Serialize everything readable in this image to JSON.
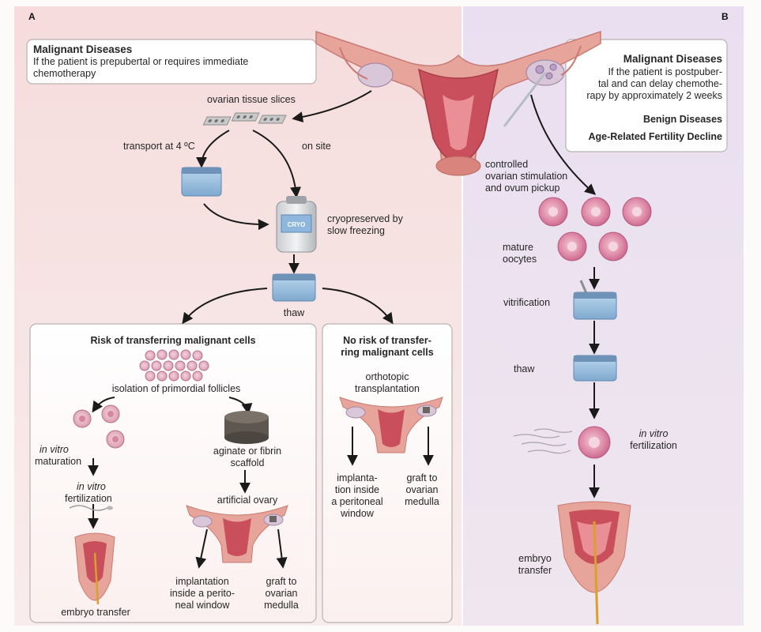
{
  "panels": {
    "a": "A",
    "b": "B"
  },
  "panel_a": {
    "box": {
      "title": "Malignant Diseases",
      "subtitle": "If the patient is prepubertal or requires immediate\nchemotherapy"
    },
    "ovarian_tissue_slices": "ovarian tissue slices",
    "transport": "transport at 4 ºC",
    "on_site": "on site",
    "cryo_label": "CRYO",
    "cryopreserved": "cryopreserved by\nslow freezing",
    "thaw": "thaw",
    "risk_box": {
      "title": "Risk of transferring malignant cells",
      "isolation": "isolation of primordial follicles",
      "in_vitro_1": "in vitro",
      "maturation": "maturation",
      "in_vitro_2": "in vitro",
      "fertilization": "fertilization",
      "embryo_transfer": "embryo transfer",
      "scaffold": "aginate or fibrin\nscaffold",
      "artificial_ovary": "artificial ovary",
      "implantation": "implantation\ninside a perito-\nneal window",
      "graft": "graft to\novarian\nmedulla"
    },
    "no_risk_box": {
      "title": "No risk of transfer-\nring malignant cells",
      "orthotopic": "orthotopic\ntransplantation",
      "implantation": "implanta-\ntion inside\na peritoneal\nwindow",
      "graft": "graft to\novarian\nmedulla"
    }
  },
  "panel_b": {
    "box": {
      "title": "Malignant Diseases",
      "subtitle": "If the patient is postpuber-\ntal and can delay chemothe-\nrapy by approximately 2 weeks",
      "benign": "Benign Diseases",
      "age": "Age-Related Fertility Decline"
    },
    "stimulation": "controlled\novarian stimulation\nand ovum pickup",
    "mature_oocytes": "mature\noocytes",
    "vitrification": "vitrification",
    "thaw": "thaw",
    "in_vitro": "in vitro",
    "fertilization": "fertilization",
    "embryo_transfer": "embryo\ntransfer"
  },
  "colors": {
    "panel_a_bg": "#f6dfdf",
    "panel_b_bg": "#ece2ee",
    "tissue": "#d98b86",
    "uterus_inner": "#c94f5c",
    "container": "#9fc4e2",
    "oocyte": "#d37495"
  }
}
